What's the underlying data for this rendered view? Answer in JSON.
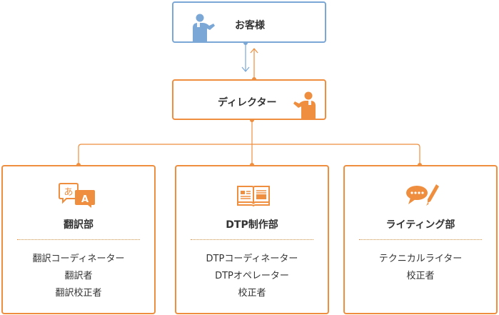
{
  "customer": {
    "label": "お客様",
    "icon": "customer-person-icon",
    "color": "#7aa7d6"
  },
  "director": {
    "label": "ディレクター",
    "icon": "director-person-icon",
    "color": "#ee8e3e"
  },
  "departments": [
    {
      "title": "翻訳部",
      "icon": "translation-speech-bubbles-icon",
      "icon_text_left": "あ",
      "icon_text_right": "A",
      "roles": [
        "翻訳コーディネーター",
        "翻訳者",
        "翻訳校正者"
      ]
    },
    {
      "title": "DTP制作部",
      "icon": "open-book-icon",
      "roles": [
        "DTPコーディネーター",
        "DTPオペレーター",
        "校正者"
      ]
    },
    {
      "title": "ライティング部",
      "icon": "speech-bubble-pen-icon",
      "roles": [
        "テクニカルライター",
        "校正者"
      ]
    }
  ],
  "colors": {
    "accent_orange": "#ee8e3e",
    "accent_blue": "#7aa7d6",
    "text": "#333333"
  }
}
